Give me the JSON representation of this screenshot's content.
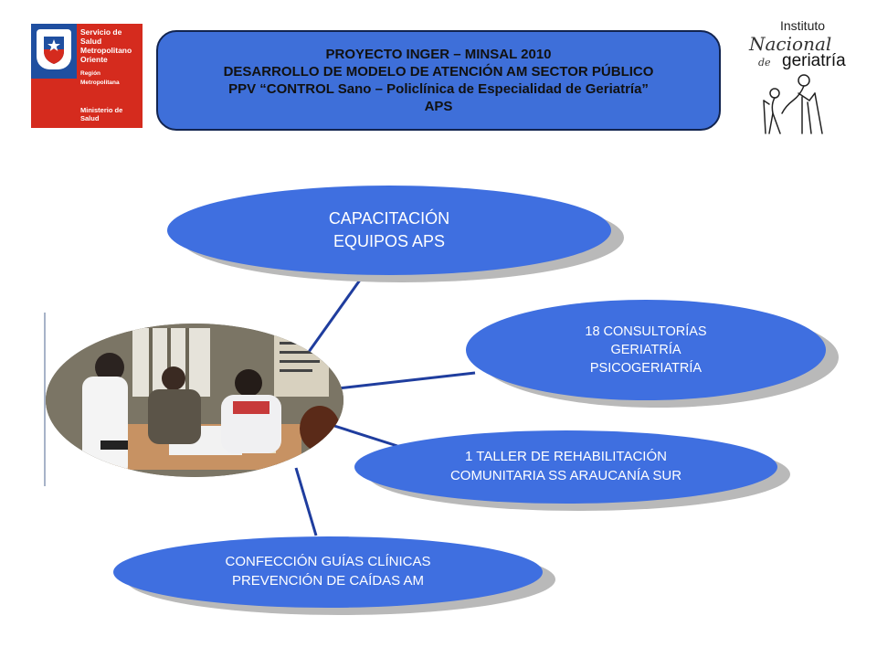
{
  "logo_left": {
    "lines": [
      "Servicio de",
      "Salud",
      "Metropolitano",
      "Oriente"
    ],
    "region": "Región Metropolitana",
    "ministry": [
      "Ministerio de",
      "Salud"
    ],
    "colors": {
      "blue": "#1f4fa0",
      "red": "#d52b1e"
    }
  },
  "title": {
    "line1": "PROYECTO INGER – MINSAL 2010",
    "line2": "DESARROLLO DE MODELO DE ATENCIÓN AM SECTOR PÚBLICO",
    "line3": "PPV “CONTROL Sano – Policlínica de Especialidad de Geriatría”",
    "line4": "APS"
  },
  "logo_right": {
    "instituto": "Instituto",
    "nacional": "Nacional",
    "de": "de",
    "geriatria": "geriatría"
  },
  "nodes": {
    "capacitacion": {
      "line1": "CAPACITACIÓN",
      "line2": "EQUIPOS APS"
    },
    "consultorias": {
      "line1": "18 CONSULTORÍAS",
      "line2": "GERIATRÍA",
      "line3": "PSICOGERIATRÍA"
    },
    "taller": {
      "line1": "1 TALLER DE REHABILITACIÓN",
      "line2": "COMUNITARIA SS ARAUCANÍA SUR"
    },
    "guias": {
      "line1": "CONFECCIÓN GUÍAS CLÍNICAS",
      "line2": "PREVENCIÓN DE CAÍDAS AM"
    }
  },
  "colors": {
    "node_fill": "#3f6fe0",
    "title_fill": "#3e6fd9",
    "connector": "#1f3d9e",
    "shadow": "#b9b9b9"
  }
}
